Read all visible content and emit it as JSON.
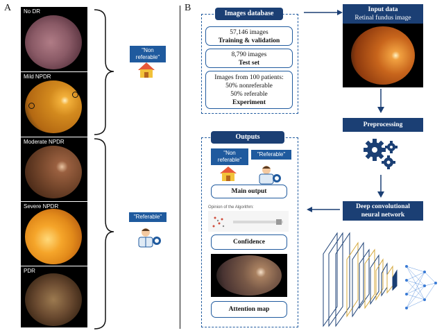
{
  "panel_a": {
    "letter": "A",
    "grades": [
      {
        "label": "No DR",
        "palette": "#8a5a66"
      },
      {
        "label": "Mild NPDR",
        "palette": "#d38a1e"
      },
      {
        "label": "Moderate NPDR",
        "palette": "#7a4a2e"
      },
      {
        "label": "Severe NPDR",
        "palette": "#e28a1a"
      },
      {
        "label": "PDR",
        "palette": "#6a4a30"
      }
    ],
    "non_referable_tag": "\"Non referable\"",
    "referable_tag": "\"Referable\""
  },
  "panel_b": {
    "letter": "B",
    "images_database": {
      "title": "Images database",
      "training": {
        "count": "57,146 images",
        "label": "Training & validation"
      },
      "test": {
        "count": "8,790 images",
        "label": "Test set"
      },
      "experiment": {
        "line1": "Images from 100 patients:",
        "line2": "50% nonreferable",
        "line3": "50% referable",
        "label": "Experiment"
      }
    },
    "input_data": {
      "title": "Input data",
      "subtitle": "Retinal fundus image"
    },
    "preprocessing": "Preprocessing",
    "cnn": {
      "line1": "Deep convolutional",
      "line2": "neural network"
    },
    "outputs": {
      "title": "Outputs",
      "non_referable": "\"Non referable\"",
      "referable": "\"Referable\"",
      "main_output": "Main output",
      "opinion_caption": "Opinion of the Algorithm:",
      "confidence": "Confidence",
      "attention_map": "Attention map"
    }
  },
  "colors": {
    "navy": "#1b3f74",
    "blue": "#1f5a9e",
    "accent_yellow": "#f2c23a",
    "house_orange": "#f0a23a"
  }
}
